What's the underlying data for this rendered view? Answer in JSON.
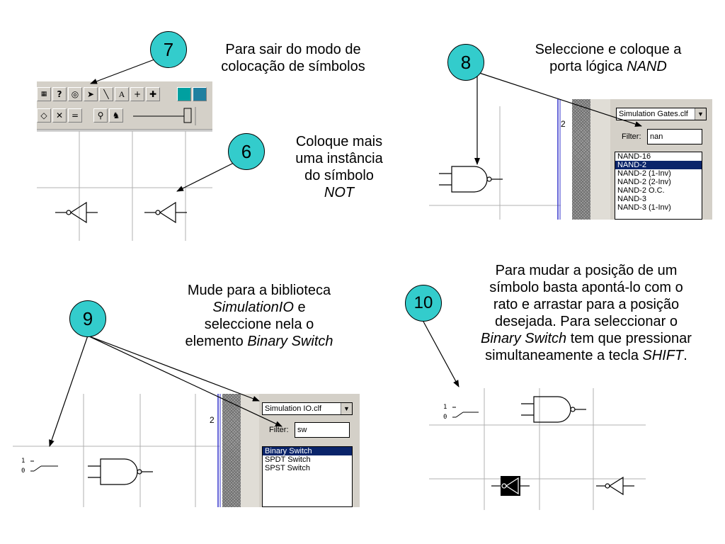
{
  "steps": [
    {
      "number": "7",
      "caption": [
        "Para sair do modo de",
        "colocação de símbolos"
      ]
    },
    {
      "number": "8",
      "caption_l1": "Seleccione e coloque a",
      "caption_l2_pre": "porta lógica ",
      "caption_l2_em": "NAND"
    },
    {
      "number": "6",
      "caption": [
        "Coloque mais",
        "uma instância",
        "do símbolo"
      ],
      "caption_em": "NOT"
    },
    {
      "number": "9",
      "caption_l1": "Mude para a biblioteca",
      "caption_l2_em": "SimulationIO",
      "caption_l2_post": " e",
      "caption_l3": "seleccione nela o",
      "caption_l4_pre": "elemento ",
      "caption_l4_em": "Binary Switch"
    },
    {
      "number": "10",
      "caption_l1": "Para mudar a posição de um",
      "caption_l2": "símbolo basta apontá-lo com o",
      "caption_l3": "rato e arrastar para a posição",
      "caption_l4": "desejada. Para seleccionar o",
      "caption_l5_em": "Binary Switch",
      "caption_l5_post": " tem que pressionar",
      "caption_l6_pre": "simultaneamente a tecla ",
      "caption_l6_em": "SHIFT",
      "caption_l6_post": "."
    }
  ],
  "panel_nand": {
    "sheet_number": "2",
    "library": "Simulation Gates.clf",
    "filter_label": "Filter:",
    "filter_value": "nan",
    "items": [
      "NAND-16",
      "NAND-2",
      "NAND-2 (1-Inv)",
      "NAND-2 (2-Inv)",
      "NAND-2 O.C.",
      "NAND-3",
      "NAND-3 (1-Inv)"
    ],
    "selected_index": 1
  },
  "panel_switch": {
    "sheet_number": "2",
    "library": "Simulation IO.clf",
    "filter_label": "Filter:",
    "filter_value": "sw",
    "items": [
      "Binary Switch",
      "SPDT Switch",
      "SPST Switch"
    ],
    "selected_index": 0
  },
  "binary_switch": {
    "one": "1",
    "zero": "0"
  },
  "toolbar": {
    "help": "?",
    "text_tool": "A",
    "plus": "+",
    "bold_plus": "✚",
    "equal": "=",
    "cross": "✕",
    "diamond": "◇"
  },
  "colors": {
    "badge": "#33cccc",
    "selection": "#0a246a",
    "window_face": "#d4d0c8",
    "sheet_border": "#3333cc"
  }
}
